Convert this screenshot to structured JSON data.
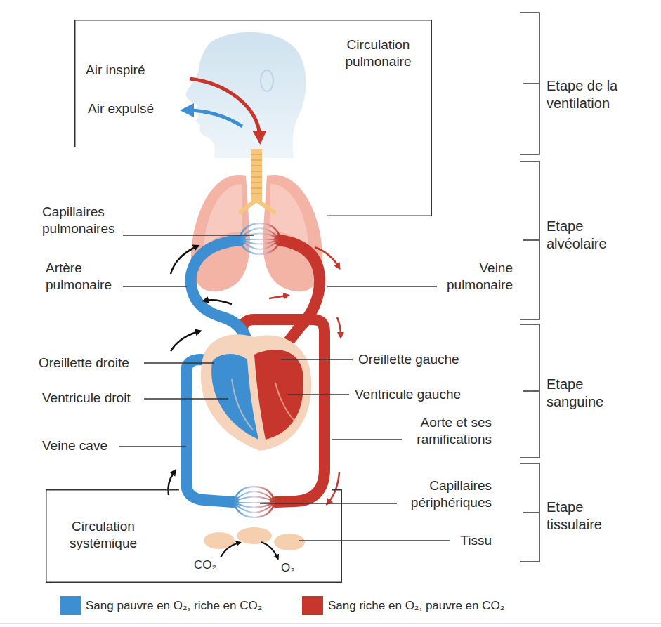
{
  "diagram": {
    "nodes": [
      {
        "text": [
          "Circulation pulmonaire"
        ]
      },
      {
        "text": [
          "Circulation systémique"
        ]
      }
    ],
    "labels": [
      "Air inspiré",
      "Air expulsé",
      "Etape de la ventilation",
      "Capillaires pulmonaires",
      "Etape alvéolaire",
      "Artère pulmonaire",
      "Veine pulmonaire",
      "Oreillette droite",
      "Oreillette gauche",
      "Ventricule droit",
      "Ventricule gauche",
      "Etape sanguine",
      "Veine cave",
      "Aorte et ses ramifications",
      "Capillaires périphériques",
      "Etape tissulaire",
      "Tissu",
      "CO₂",
      "O₂"
    ],
    "legend": [
      {
        "text": "Sang pauvre en O₂, riche en CO₂",
        "color": "#3d8fd1"
      },
      {
        "text": "Sang riche en O₂, pauvre en CO₂",
        "color": "#c7362c"
      }
    ]
  }
}
